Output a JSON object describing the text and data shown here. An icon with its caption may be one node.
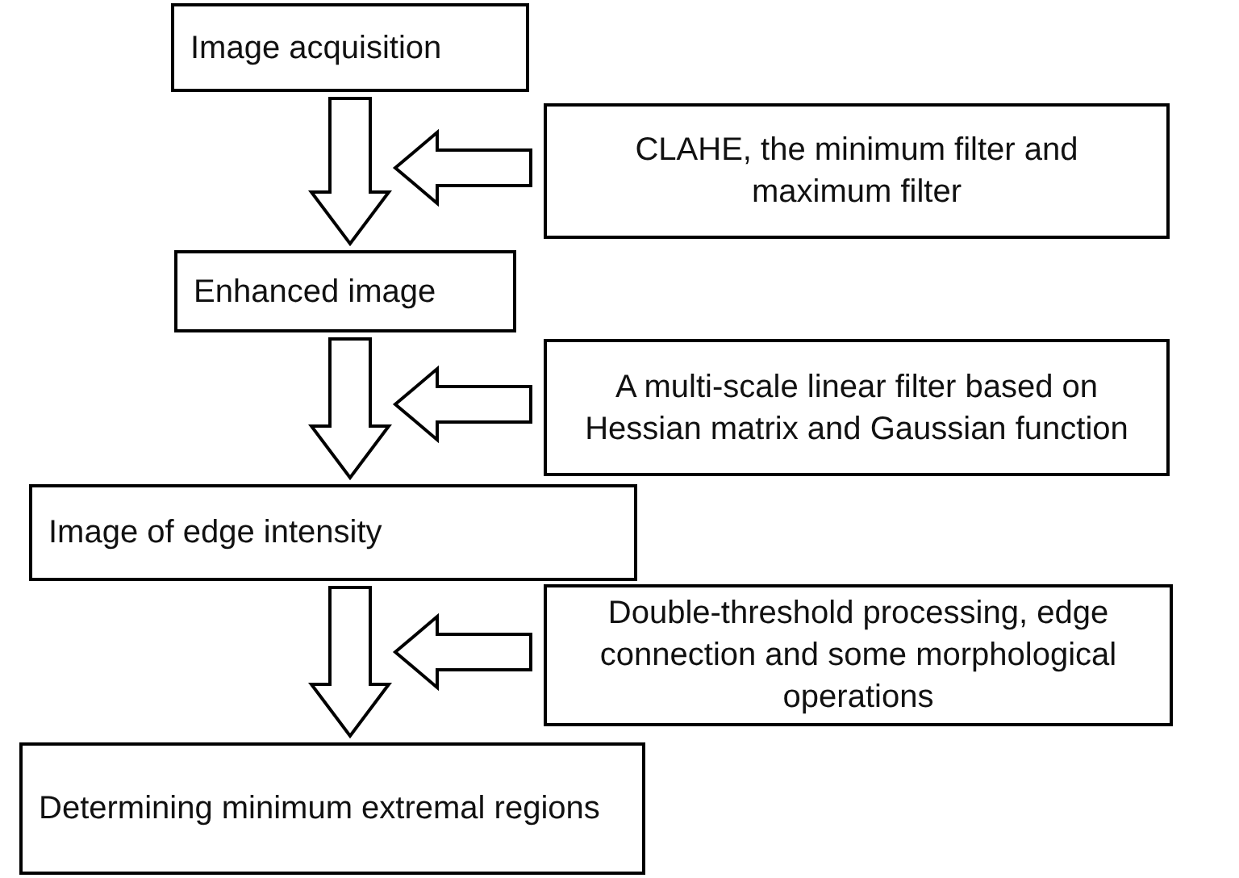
{
  "diagram": {
    "nodes": [
      {
        "text": [
          "Image acquisition"
        ]
      },
      {
        "text": [
          "CLAHE, the minimum filter and maximum filter"
        ]
      },
      {
        "text": [
          "Enhanced image"
        ]
      },
      {
        "text": [
          "A multi-scale linear filter based on Hessian matrix and Gaussian function"
        ]
      },
      {
        "text": [
          "Image of edge intensity"
        ]
      },
      {
        "text": [
          "Double-threshold processing, edge connection and some morphological operations"
        ]
      },
      {
        "text": [
          "Determining minimum extremal regions"
        ]
      }
    ],
    "edges": [
      {
        "from": 0,
        "to": 2,
        "arrow": "to"
      },
      {
        "from": 1,
        "to": null,
        "arrow": "to"
      },
      {
        "from": 2,
        "to": 4,
        "arrow": "to"
      },
      {
        "from": 3,
        "to": null,
        "arrow": "to"
      },
      {
        "from": 4,
        "to": 6,
        "arrow": "to"
      },
      {
        "from": 5,
        "to": null,
        "arrow": "to"
      }
    ]
  }
}
